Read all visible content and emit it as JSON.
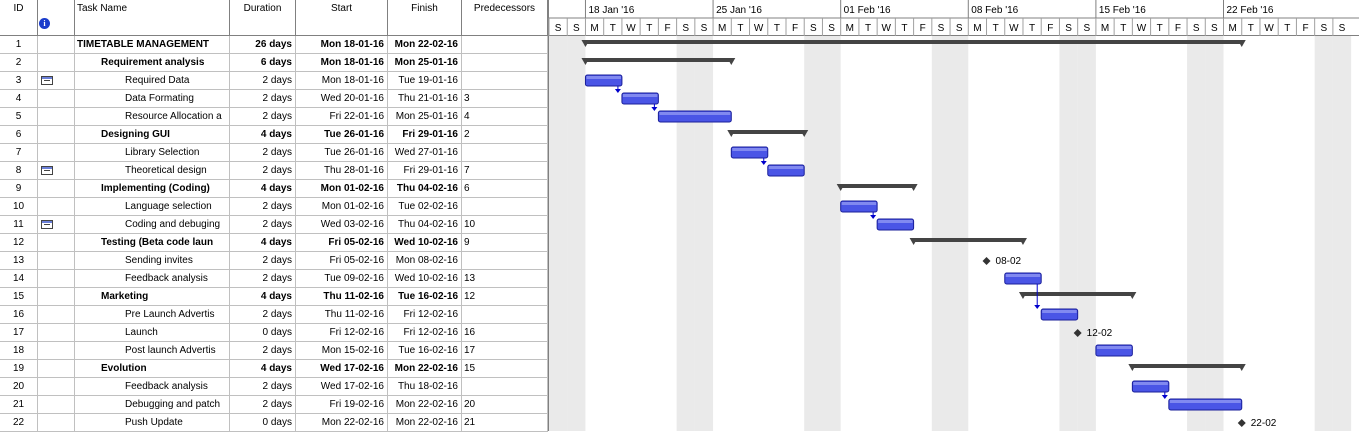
{
  "columns": {
    "id": "ID",
    "task_name": "Task Name",
    "duration": "Duration",
    "start": "Start",
    "finish": "Finish",
    "predecessors": "Predecessors"
  },
  "tasks": [
    {
      "id": "1",
      "name": "TIMETABLE MANAGEMENT",
      "duration": "26 days",
      "start": "Mon 18-01-16",
      "finish": "Mon 22-02-16",
      "pred": "",
      "summary": true,
      "indent": 0,
      "note": false
    },
    {
      "id": "2",
      "name": "Requirement analysis",
      "duration": "6 days",
      "start": "Mon 18-01-16",
      "finish": "Mon 25-01-16",
      "pred": "",
      "summary": true,
      "indent": 1,
      "note": false
    },
    {
      "id": "3",
      "name": "Required Data",
      "duration": "2 days",
      "start": "Mon 18-01-16",
      "finish": "Tue 19-01-16",
      "pred": "",
      "summary": false,
      "indent": 2,
      "note": true
    },
    {
      "id": "4",
      "name": "Data Formating",
      "duration": "2 days",
      "start": "Wed 20-01-16",
      "finish": "Thu 21-01-16",
      "pred": "3",
      "summary": false,
      "indent": 2,
      "note": false
    },
    {
      "id": "5",
      "name": "Resource Allocation a",
      "duration": "2 days",
      "start": "Fri 22-01-16",
      "finish": "Mon 25-01-16",
      "pred": "4",
      "summary": false,
      "indent": 2,
      "note": false
    },
    {
      "id": "6",
      "name": "Designing GUI",
      "duration": "4 days",
      "start": "Tue 26-01-16",
      "finish": "Fri 29-01-16",
      "pred": "2",
      "summary": true,
      "indent": 1,
      "note": false
    },
    {
      "id": "7",
      "name": "Library Selection",
      "duration": "2 days",
      "start": "Tue 26-01-16",
      "finish": "Wed 27-01-16",
      "pred": "",
      "summary": false,
      "indent": 2,
      "note": false
    },
    {
      "id": "8",
      "name": "Theoretical design",
      "duration": "2 days",
      "start": "Thu 28-01-16",
      "finish": "Fri 29-01-16",
      "pred": "7",
      "summary": false,
      "indent": 2,
      "note": true
    },
    {
      "id": "9",
      "name": "Implementing (Coding)",
      "duration": "4 days",
      "start": "Mon 01-02-16",
      "finish": "Thu 04-02-16",
      "pred": "6",
      "summary": true,
      "indent": 1,
      "note": false
    },
    {
      "id": "10",
      "name": "Language selection",
      "duration": "2 days",
      "start": "Mon 01-02-16",
      "finish": "Tue 02-02-16",
      "pred": "",
      "summary": false,
      "indent": 2,
      "note": false
    },
    {
      "id": "11",
      "name": "Coding and debuging",
      "duration": "2 days",
      "start": "Wed 03-02-16",
      "finish": "Thu 04-02-16",
      "pred": "10",
      "summary": false,
      "indent": 2,
      "note": true
    },
    {
      "id": "12",
      "name": "Testing (Beta code laun",
      "duration": "4 days",
      "start": "Fri 05-02-16",
      "finish": "Wed 10-02-16",
      "pred": "9",
      "summary": true,
      "indent": 1,
      "note": false
    },
    {
      "id": "13",
      "name": "Sending invites",
      "duration": "2 days",
      "start": "Fri 05-02-16",
      "finish": "Mon 08-02-16",
      "pred": "",
      "summary": false,
      "indent": 2,
      "note": false
    },
    {
      "id": "14",
      "name": "Feedback analysis",
      "duration": "2 days",
      "start": "Tue 09-02-16",
      "finish": "Wed 10-02-16",
      "pred": "13",
      "summary": false,
      "indent": 2,
      "note": false
    },
    {
      "id": "15",
      "name": "Marketing",
      "duration": "4 days",
      "start": "Thu 11-02-16",
      "finish": "Tue 16-02-16",
      "pred": "12",
      "summary": true,
      "indent": 1,
      "note": false
    },
    {
      "id": "16",
      "name": "Pre Launch Advertis",
      "duration": "2 days",
      "start": "Thu 11-02-16",
      "finish": "Fri 12-02-16",
      "pred": "",
      "summary": false,
      "indent": 2,
      "note": false
    },
    {
      "id": "17",
      "name": "Launch",
      "duration": "0 days",
      "start": "Fri 12-02-16",
      "finish": "Fri 12-02-16",
      "pred": "16",
      "summary": false,
      "indent": 2,
      "note": false
    },
    {
      "id": "18",
      "name": "Post launch Advertis",
      "duration": "2 days",
      "start": "Mon 15-02-16",
      "finish": "Tue 16-02-16",
      "pred": "17",
      "summary": false,
      "indent": 2,
      "note": false
    },
    {
      "id": "19",
      "name": "Evolution",
      "duration": "4 days",
      "start": "Wed 17-02-16",
      "finish": "Mon 22-02-16",
      "pred": "15",
      "summary": true,
      "indent": 1,
      "note": false
    },
    {
      "id": "20",
      "name": "Feedback analysis",
      "duration": "2 days",
      "start": "Wed 17-02-16",
      "finish": "Thu 18-02-16",
      "pred": "",
      "summary": false,
      "indent": 2,
      "note": false
    },
    {
      "id": "21",
      "name": "Debugging and patch",
      "duration": "2 days",
      "start": "Fri 19-02-16",
      "finish": "Mon 22-02-16",
      "pred": "20",
      "summary": false,
      "indent": 2,
      "note": false
    },
    {
      "id": "22",
      "name": "Push Update",
      "duration": "0 days",
      "start": "Mon 22-02-16",
      "finish": "Mon 22-02-16",
      "pred": "21",
      "summary": false,
      "indent": 2,
      "note": false
    }
  ],
  "timescale": {
    "weeks": [
      "18 Jan '16",
      "25 Jan '16",
      "01 Feb '16",
      "08 Feb '16",
      "15 Feb '16",
      "22 Feb '16"
    ],
    "day_letters": [
      "S",
      "S",
      "M",
      "T",
      "W",
      "T",
      "F",
      "S",
      "S",
      "M",
      "T",
      "W",
      "T",
      "F",
      "S",
      "S",
      "M",
      "T",
      "W",
      "T",
      "F",
      "S",
      "S",
      "M",
      "T",
      "W",
      "T",
      "F",
      "S",
      "S",
      "M",
      "T",
      "W",
      "T",
      "F",
      "S",
      "S",
      "M",
      "T",
      "W",
      "T",
      "F",
      "S",
      "S"
    ]
  },
  "gantt": {
    "summaries": [
      {
        "row": 1,
        "start": 2,
        "end": 38
      },
      {
        "row": 2,
        "start": 2,
        "end": 10
      },
      {
        "row": 6,
        "start": 10,
        "end": 14
      },
      {
        "row": 9,
        "start": 16,
        "end": 20
      },
      {
        "row": 12,
        "start": 20,
        "end": 26
      },
      {
        "row": 15,
        "start": 26,
        "end": 32
      },
      {
        "row": 19,
        "start": 32,
        "end": 38
      }
    ],
    "bars": [
      {
        "row": 3,
        "start": 2,
        "end": 4
      },
      {
        "row": 4,
        "start": 4,
        "end": 6
      },
      {
        "row": 5,
        "start": 6,
        "end": 10
      },
      {
        "row": 7,
        "start": 10,
        "end": 12
      },
      {
        "row": 8,
        "start": 12,
        "end": 14
      },
      {
        "row": 10,
        "start": 16,
        "end": 18
      },
      {
        "row": 11,
        "start": 18,
        "end": 20
      },
      {
        "row": 14,
        "start": 25,
        "end": 27
      },
      {
        "row": 16,
        "start": 27,
        "end": 29
      },
      {
        "row": 18,
        "start": 30,
        "end": 32
      },
      {
        "row": 20,
        "start": 32,
        "end": 34
      },
      {
        "row": 21,
        "start": 34,
        "end": 38
      }
    ],
    "milestones": [
      {
        "row": 13,
        "at": 24,
        "label": "08-02"
      },
      {
        "row": 17,
        "at": 29,
        "label": "12-02"
      },
      {
        "row": 22,
        "at": 38,
        "label": "22-02"
      }
    ],
    "colors": {
      "bar_fill": "#4a55e6",
      "bar_border": "#1a1f9a",
      "summary": "#444444",
      "weekend": "#d8d8d8",
      "link": "#0000cc"
    }
  }
}
